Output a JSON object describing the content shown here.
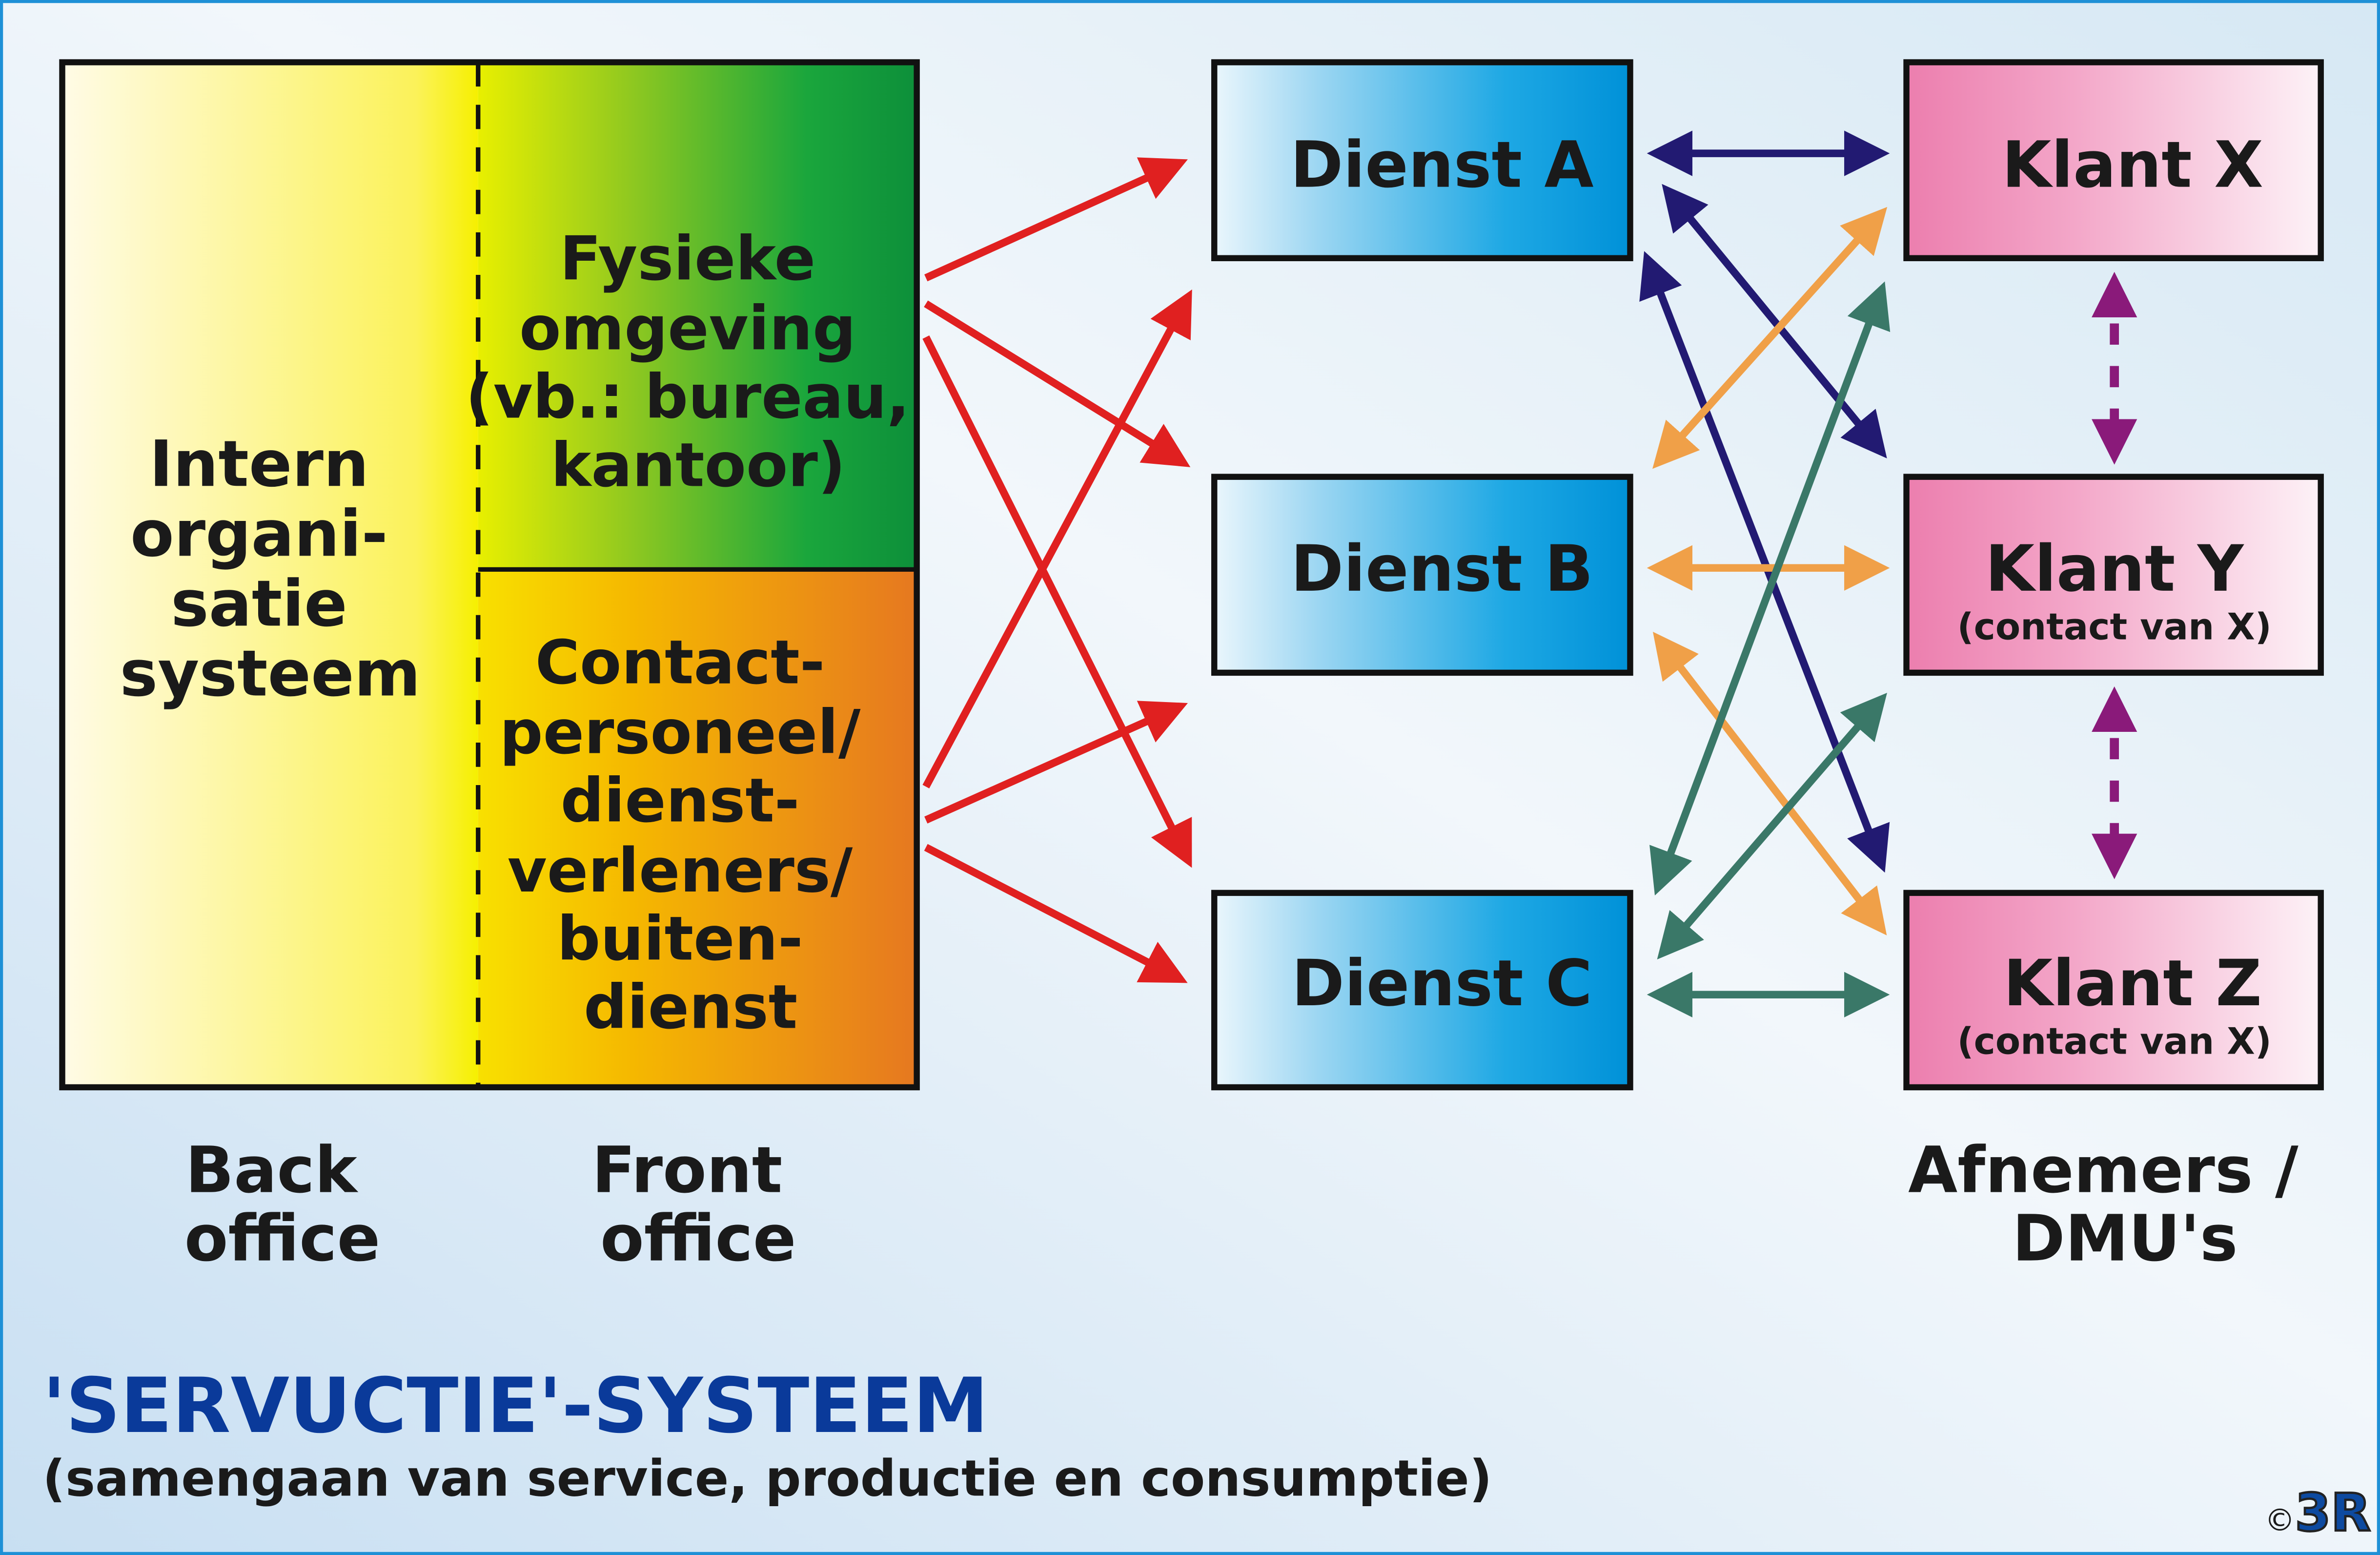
{
  "left_block": {
    "back_office_text": [
      "Intern",
      "organi-",
      "satie",
      "systeem"
    ],
    "physical_env_text": [
      "Fysieke",
      "omgeving",
      "(vb.: bureau,",
      "kantoor)"
    ],
    "contact_staff_text": [
      "Contact-",
      "personeel/",
      "dienst-",
      "verleners/",
      "buiten-",
      "dienst"
    ]
  },
  "services": [
    {
      "label": "Dienst A"
    },
    {
      "label": "Dienst B"
    },
    {
      "label": "Dienst C"
    }
  ],
  "customers": [
    {
      "label": "Klant X",
      "sub": ""
    },
    {
      "label": "Klant Y",
      "sub": "(contact van X)"
    },
    {
      "label": "Klant Z",
      "sub": "(contact van X)"
    }
  ],
  "column_labels": {
    "back_office": [
      "Back",
      "office"
    ],
    "front_office": [
      "Front",
      "office"
    ],
    "customers": [
      "Afnemers /",
      "DMU's"
    ]
  },
  "title": "'SERVUCTIE'-SYSTEEM",
  "subtitle": "(samengaan van service, productie en consumptie)",
  "copyright": "©",
  "logo": "3R",
  "colors": {
    "frame": "#1e90d6",
    "title": "#0a3a9a",
    "red_arrow": "#e02020",
    "navy_arrow": "#221a72",
    "orange_arrow": "#f0a048",
    "teal_arrow": "#3a7868",
    "purple_arrow": "#8a1a7a",
    "logo_blue": "#0d4aa0"
  }
}
